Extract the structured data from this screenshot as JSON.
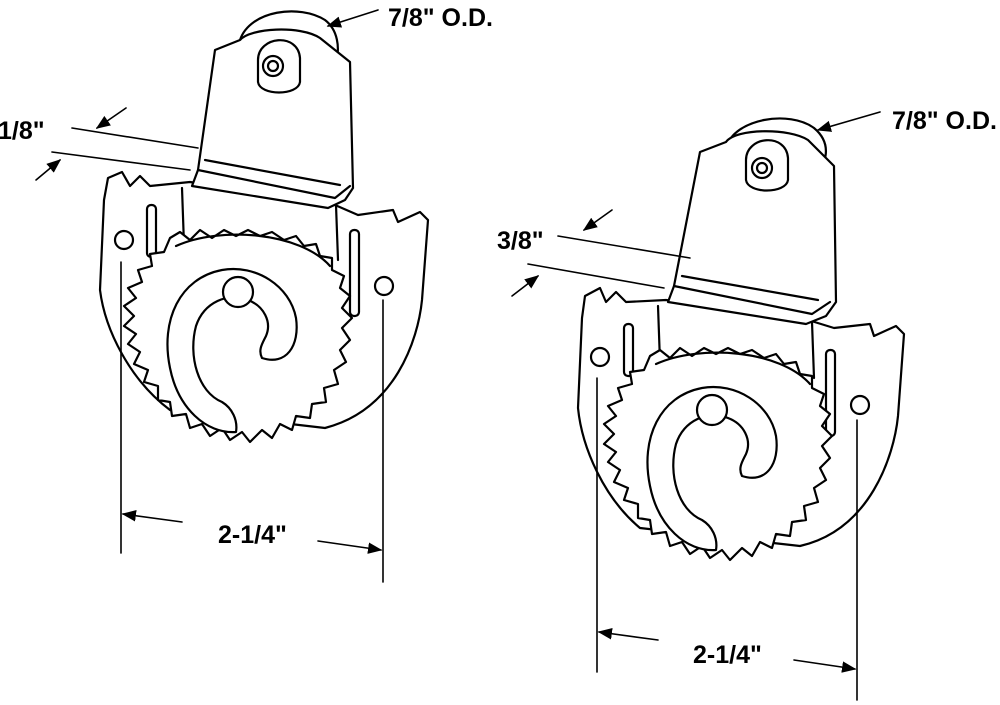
{
  "figure": {
    "left_bracket": {
      "roller_od_label": "7/8\" O.D.",
      "offset_label": "1/8\"",
      "width_label": "2-1/4\""
    },
    "right_bracket": {
      "roller_od_label": "7/8\" O.D.",
      "offset_label": "3/8\"",
      "width_label": "2-1/4\""
    }
  },
  "colors": {
    "line": "#000000",
    "background": "#ffffff"
  }
}
